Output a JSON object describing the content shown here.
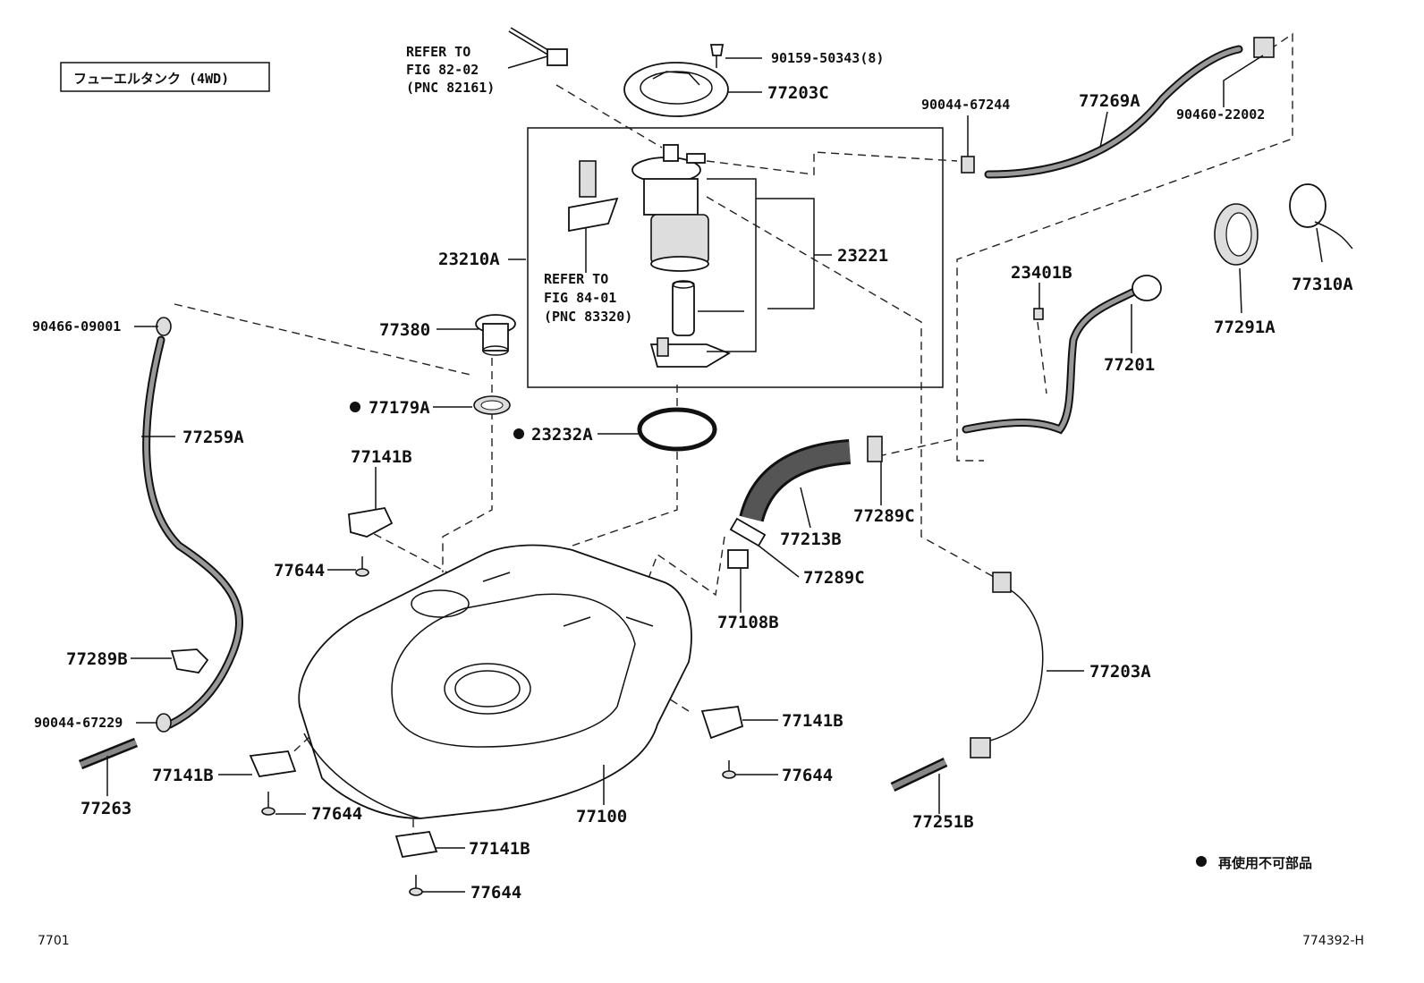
{
  "title_box": "フューエルタンク (4WD)",
  "refer_1": [
    "REFER TO",
    "FIG 82-02",
    "(PNC 82161)"
  ],
  "refer_2": [
    "REFER TO",
    "FIG 84-01",
    "(PNC 83320)"
  ],
  "parts": {
    "p90159": "90159-50343(8)",
    "p77203C": "77203C",
    "p90044a": "90044-67244",
    "p77269A": "77269A",
    "p90460": "90460-22002",
    "p23210A": "23210A",
    "p23221": "23221",
    "p90466": "90466-09001",
    "p77380": "77380",
    "p77179A": "77179A",
    "p23232A": "23232A",
    "p77259A": "77259A",
    "p77141B_1": "77141B",
    "p77644_1": "77644",
    "p23401B": "23401B",
    "p77310A": "77310A",
    "p77291A": "77291A",
    "p77201": "77201",
    "p77289C_1": "77289C",
    "p77213B": "77213B",
    "p77289C_2": "77289C",
    "p77108B": "77108B",
    "p77203A": "77203A",
    "p77289B": "77289B",
    "p90044b": "90044-67229",
    "p77263": "77263",
    "p77141B_2": "77141B",
    "p77644_2": "77644",
    "p77141B_3": "77141B",
    "p77644_3": "77644",
    "p77100": "77100",
    "p77141B_4": "77141B",
    "p77644_4": "77644",
    "p77251B": "77251B"
  },
  "legend_text": "再使用不可部品",
  "footer_left": "7701",
  "footer_right": "774392-H"
}
